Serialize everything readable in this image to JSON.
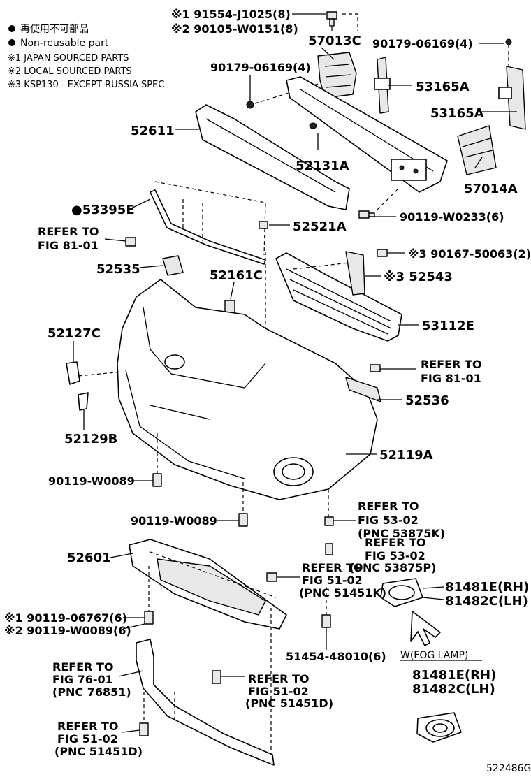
{
  "legend": {
    "reuse_cn": "再使用不可部品",
    "reuse_en": "Non-reusable part",
    "note1": "※1 JAPAN SOURCED PARTS",
    "note2": "※2 LOCAL SOURCED PARTS",
    "note3": "※3 KSP130 - EXCEPT RUSSIA SPEC"
  },
  "labels": {
    "p91554": "※1 91554-J1025(8)",
    "p90105": "※2 90105-W0151(8)",
    "p57013C": "57013C",
    "p90179_r": "90179-06169(4)",
    "p90179_l": "90179-06169(4)",
    "p53165A_1": "53165A",
    "p53165A_2": "53165A",
    "p52611": "52611",
    "p52131A": "52131A",
    "p57014A": "57014A",
    "p53395E": "●53395E",
    "p90119_W0233": "90119-W0233(6)",
    "p52521A": "52521A",
    "ref8101a_1": "REFER TO",
    "ref8101a_2": "FIG 81-01",
    "p90167": "※3 90167-50063(2)",
    "p52535": "52535",
    "p52161C": "52161C",
    "p52543": "※3 52543",
    "p53112E": "53112E",
    "p52127C": "52127C",
    "ref8101b_1": "REFER TO",
    "ref8101b_2": "FIG 81-01",
    "p52536": "52536",
    "p52129B": "52129B",
    "p52119A": "52119A",
    "p90119_W0089a": "90119-W0089",
    "p90119_W0089b": "90119-W0089",
    "ref5302k_1": "REFER TO",
    "ref5302k_2": "FIG 53-02",
    "ref5302k_3": "(PNC 53875K)",
    "ref5302p_1": "REFER TO",
    "ref5302p_2": "FIG 53-02",
    "ref5302p_3": "(PNC 53875P)",
    "p52601": "52601",
    "ref5102k_1": "REFER TO",
    "ref5102k_2": "FIG 51-02",
    "ref5102k_3": "(PNC 51451K)",
    "p81481E_1": "81481E(RH)",
    "p81482C_1": "81482C(LH)",
    "p90119_06767": "※1 90119-06767(6)",
    "p90119_W0089c": "※2 90119-W0089(6)",
    "p51454": "51454-48010(6)",
    "wfog": "W(FOG LAMP)",
    "ref7601_1": "REFER TO",
    "ref7601_2": "FIG 76-01",
    "ref7601_3": "(PNC 76851)",
    "ref5102d_1": "REFER TO",
    "ref5102d_2": "FIG 51-02",
    "ref5102d_3": "(PNC 51451D)",
    "p81481E_2": "81481E(RH)",
    "p81482C_2": "81482C(LH)",
    "ref5102d2_1": "REFER TO",
    "ref5102d2_2": "FIG 51-02",
    "ref5102d2_3": "(PNC 51451D)",
    "figure_code": "522486G"
  }
}
